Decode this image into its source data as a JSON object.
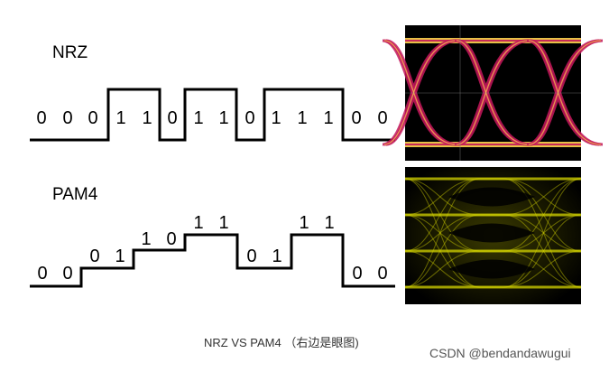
{
  "nrz": {
    "title": "NRZ",
    "bits": [
      "0",
      "0",
      "0",
      "1",
      "1",
      "0",
      "1",
      "1",
      "0",
      "1",
      "1",
      "1",
      "0",
      "0"
    ]
  },
  "pam4": {
    "title": "PAM4",
    "symbols": [
      "00",
      "01",
      "10",
      "11",
      "01",
      "11",
      "00"
    ]
  },
  "caption": "NRZ VS PAM4 （右边是眼图)",
  "watermark": "CSDN @bendandawugui",
  "colors": {
    "line": "#000000",
    "nrz_eye_bg": "#000000",
    "nrz_eye_trace": "#c2185b",
    "nrz_eye_top": "#ffd54f",
    "pam4_eye_bg": "#000000",
    "pam4_eye_trace": "#d4d400"
  }
}
